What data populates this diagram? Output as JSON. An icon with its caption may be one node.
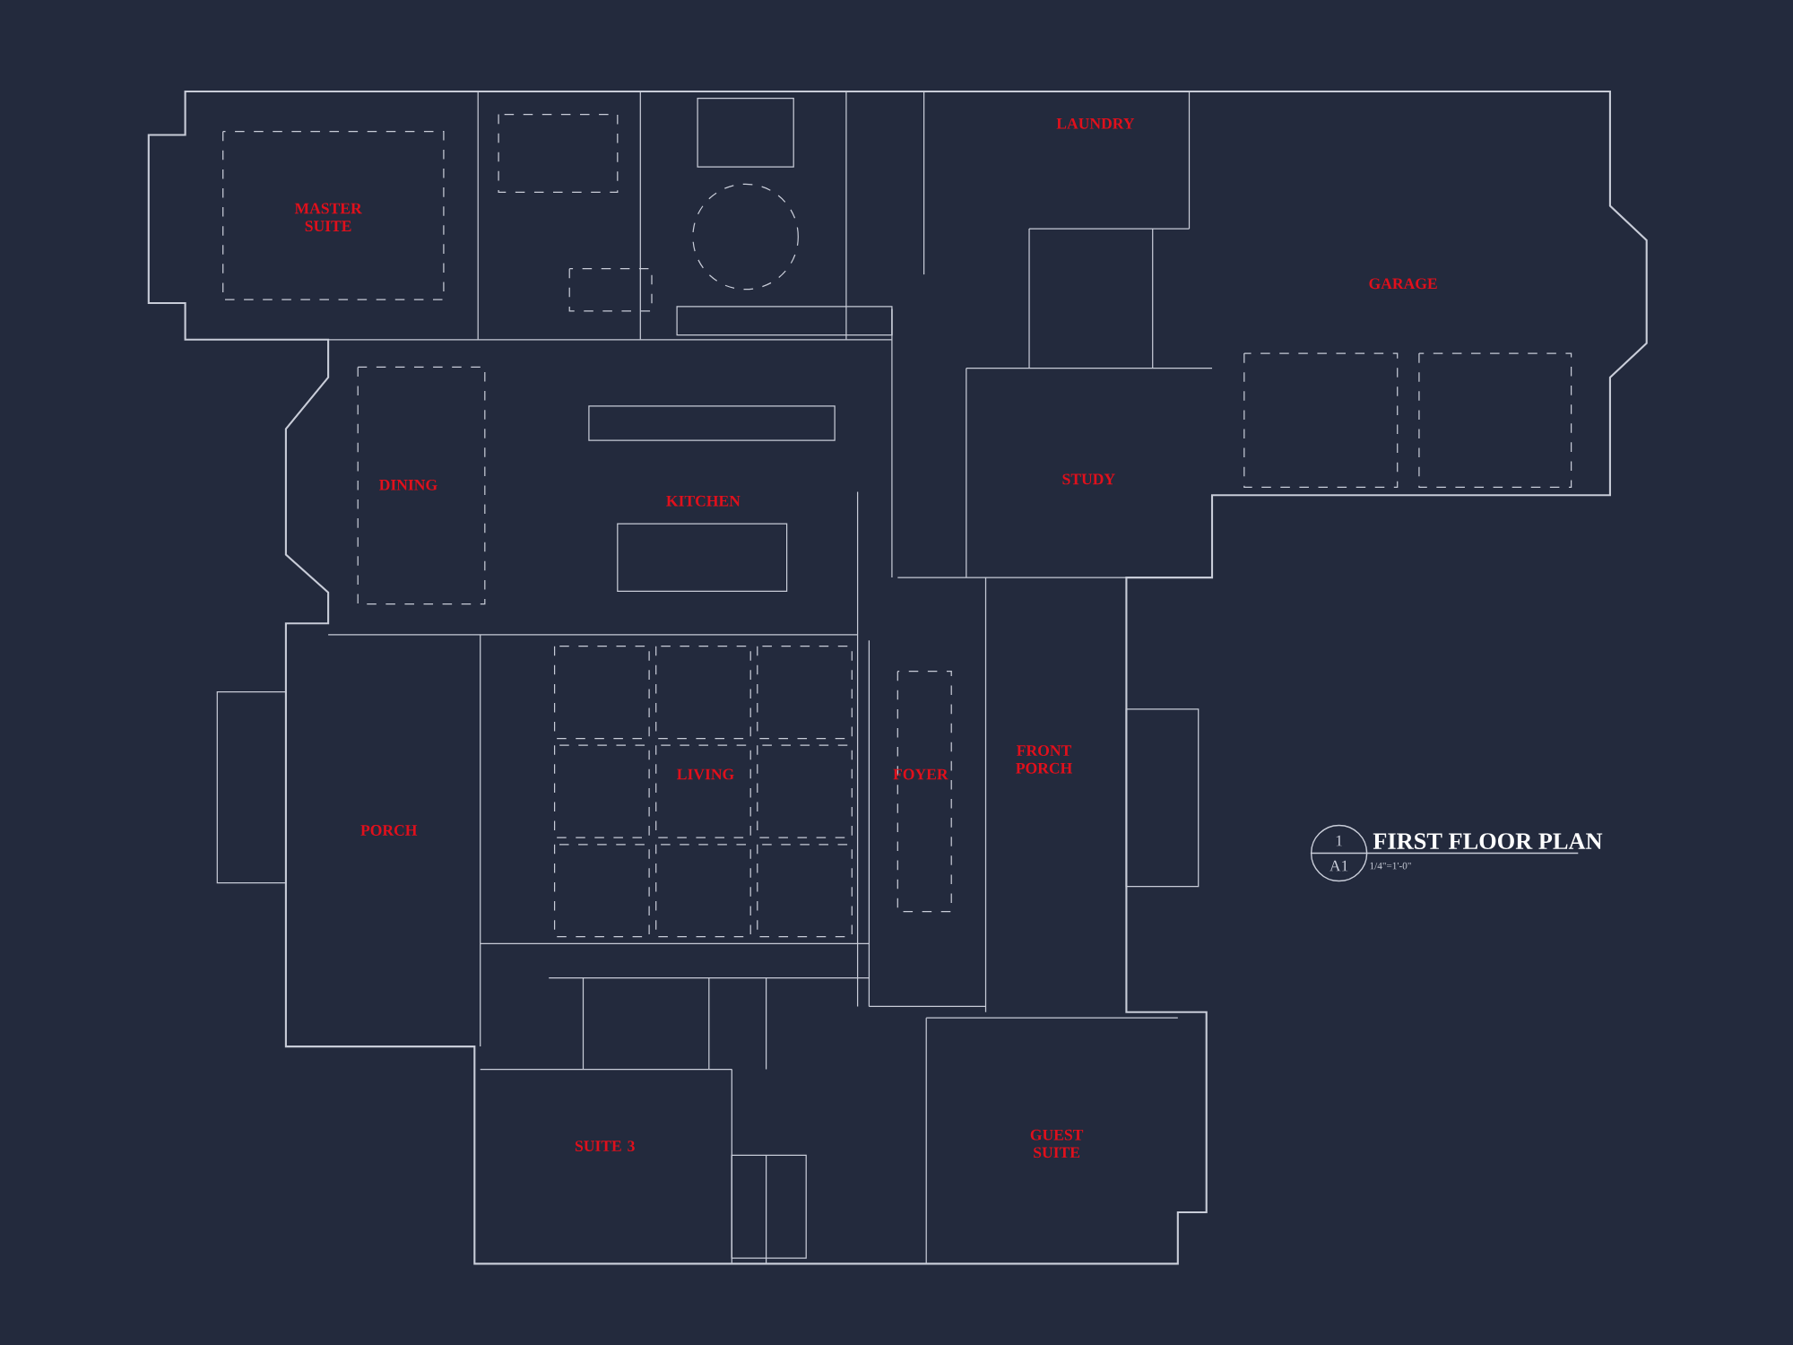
{
  "diagram": {
    "title": "FIRST FLOOR PLAN",
    "nodes": [
      {
        "text": [
          "1",
          "A1"
        ]
      }
    ],
    "edges": [],
    "labels": [
      "MASTER SUITE",
      "LAUNDRY",
      "GARAGE",
      "DINING",
      "KITCHEN",
      "STUDY",
      "FRONT PORCH",
      "LIVING",
      "FOYER",
      "PORCH",
      "SUITE 3",
      "GUEST SUITE",
      "1/4\"=1'-0\""
    ]
  }
}
